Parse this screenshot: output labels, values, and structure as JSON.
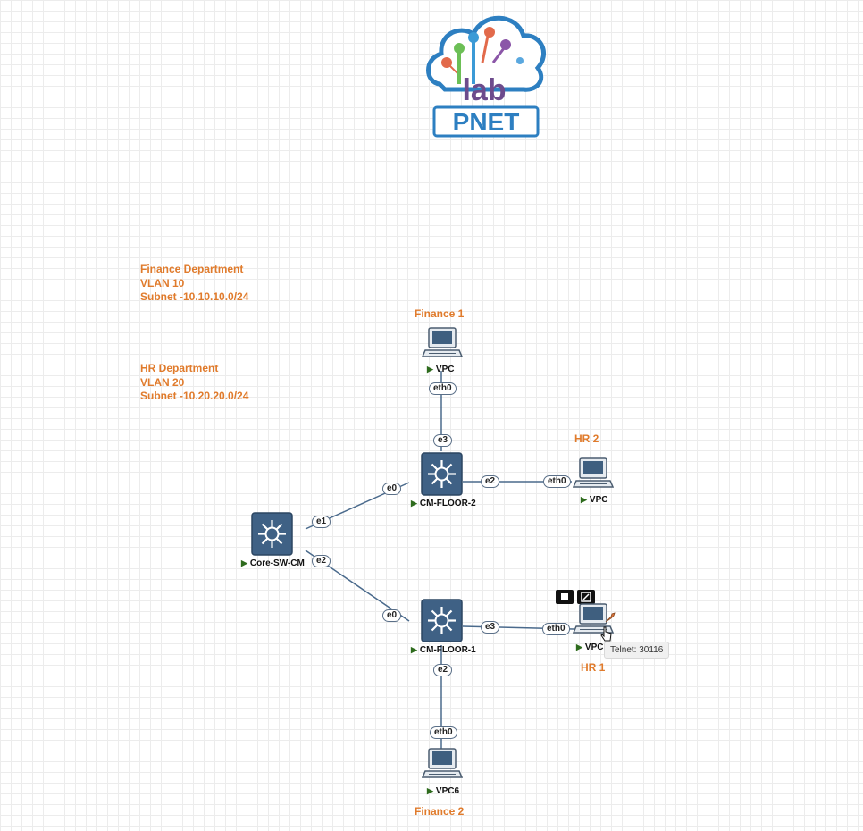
{
  "logo": {
    "text": "PNET",
    "sub": "lab"
  },
  "notes": {
    "finance": [
      "Finance Department",
      "VLAN 10",
      "Subnet -10.10.10.0/24"
    ],
    "hr": [
      "HR Department",
      "VLAN 20",
      "Subnet -10.20.20.0/24"
    ]
  },
  "titles": {
    "finance1": "Finance 1",
    "hr2": "HR 2",
    "hr1": "HR 1",
    "finance2": "Finance 2"
  },
  "nodes": {
    "vpc_finance1": "VPC",
    "vpc_hr2": "VPC",
    "vpc_hr1": "VPC",
    "vpc6": "VPC6",
    "cm_floor2": "CM-FLOOR-2",
    "cm_floor1": "CM-FLOOR-1",
    "core": "Core-SW-CM"
  },
  "ports": {
    "f1_eth0": "eth0",
    "fl2_e3": "e3",
    "fl2_e0": "e0",
    "fl2_e2": "e2",
    "hr2_eth0": "eth0",
    "core_e1": "e1",
    "core_e2": "e2",
    "fl1_e0": "e0",
    "fl1_e3": "e3",
    "hr1_eth0": "eth0",
    "fl1_e2": "e2",
    "f2_eth0": "eth0"
  },
  "tooltip": "Telnet: 30116",
  "colors": {
    "accent_orange": "#e07b2c",
    "link": "#4a6a8c",
    "switch": "#3f6185",
    "run_green": "#2e6b1d"
  }
}
